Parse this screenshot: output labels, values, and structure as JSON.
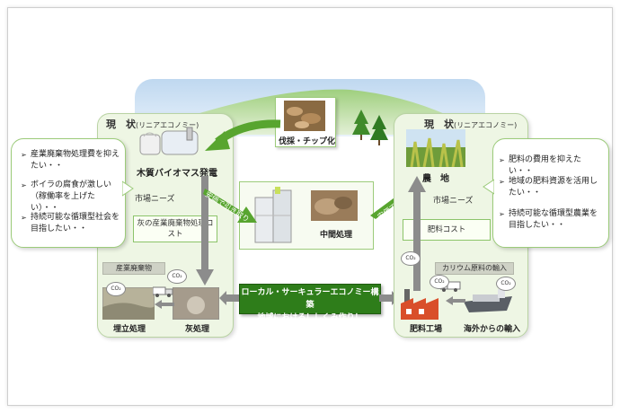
{
  "panels": {
    "left_title": "現　状",
    "left_subtitle": "(リニアエコノミー)",
    "right_title": "現　状",
    "right_subtitle": "(リニアエコノミー)"
  },
  "left_needs": [
    "産業廃棄物処理費を抑えたい・・",
    "ボイラの腐食が激しい（稼働率を上げたい）・・",
    "持続可能な循環型社会を目指したい・・"
  ],
  "right_needs": [
    "肥料の費用を抑えたい・・",
    "地域の肥料資源を活用したい・・",
    "持続可能な循環型農業を目指したい・・"
  ],
  "labels": {
    "forest": "伐採・チップ化",
    "power_plant": "木質バイオマス発電",
    "market_needs_left": "市場ニーズ",
    "ash_cost": "灰の産業廃棄物処理コスト",
    "industrial_waste": "産業廃棄物",
    "landfill": "埋立処理",
    "ash_processing": "灰処理",
    "intermediate": "中間処理",
    "pickup_arrow": "安価で引き取り",
    "sell_arrow": "安価で販売",
    "farmland": "農　地",
    "market_needs_right": "市場ニーズ",
    "fertilizer_cost": "肥料コスト",
    "potassium_import": "カリウム原料の輸入",
    "fertilizer_factory": "肥料工場",
    "overseas_import": "海外からの輸入",
    "co2": "CO₂"
  },
  "center_box": {
    "line1": "ローカル・サーキュラーエコノミー構築",
    "line2": "地域における！しくみ作り！"
  },
  "colors": {
    "panel_fill": "#eef6e4",
    "accent_green": "#2e7d1a",
    "arrow_green": "#58a52f",
    "arrow_gray": "#8c8c8c"
  }
}
